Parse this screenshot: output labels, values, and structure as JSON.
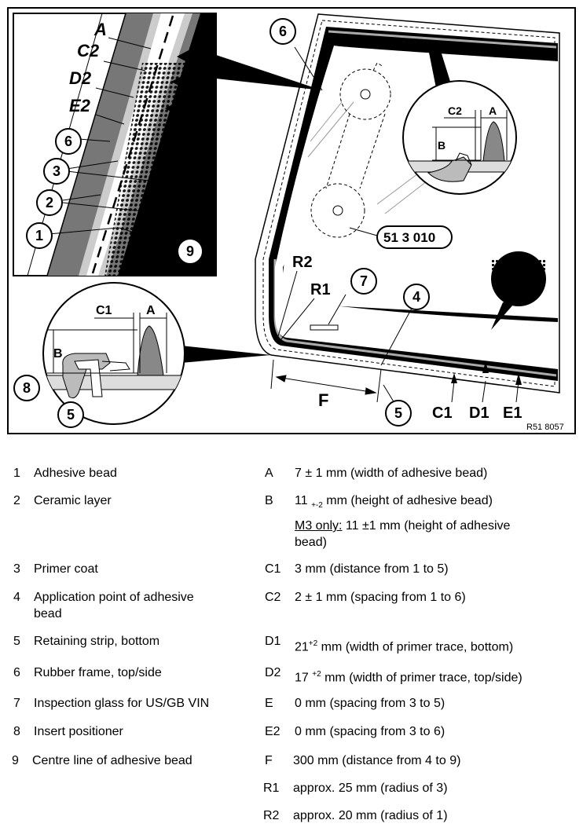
{
  "diagram": {
    "reference": "R51 8057",
    "letter_labels": {
      "A": "A",
      "C2": "C2",
      "D2": "D2",
      "E2": "E2",
      "R1": "R1",
      "R2": "R2",
      "F": "F",
      "C1": "C1",
      "D1": "D1",
      "E1": "E1",
      "B": "B"
    },
    "part_number": "51 3 010",
    "circle_numbers": [
      "1",
      "2",
      "3",
      "4",
      "5",
      "6",
      "7",
      "8",
      "9"
    ]
  },
  "legend_left": [
    {
      "num": "1",
      "text": "Adhesive bead"
    },
    {
      "num": "2",
      "text": "Ceramic layer"
    },
    {
      "num": "3",
      "text": "Primer coat"
    },
    {
      "num": "4",
      "text": "Application point of adhesive",
      "text2": "bead"
    },
    {
      "num": "5",
      "text": "Retaining strip, bottom"
    },
    {
      "num": "6",
      "text": "Rubber frame, top/side"
    },
    {
      "num": "7",
      "text": "Inspection glass for US/GB VIN"
    },
    {
      "num": "8",
      "text": "Insert positioner"
    },
    {
      "num": "9",
      "text": "Centre line of adhesive bead"
    }
  ],
  "legend_right": {
    "A": {
      "key": "A",
      "text": "7 ± 1 mm (width of adhesive bead)"
    },
    "B": {
      "key": "B",
      "pre": "11",
      "sub": "+-2",
      "post": " mm (height of adhesive bead)",
      "m3_label": "M3 only:",
      "m3_text": " 11 ±1 mm (height of adhesive",
      "m3_text2": "bead)"
    },
    "C1": {
      "key": "C1",
      "text": "3 mm (distance from 1 to 5)"
    },
    "C2": {
      "key": "C2",
      "text": "2 ± 1 mm (spacing from 1 to 6)"
    },
    "D1": {
      "key": "D1",
      "pre": "21",
      "sup": "+2",
      "post": " mm (width of primer trace, bottom)"
    },
    "D2": {
      "key": "D2",
      "pre": "17 ",
      "sup": "+2",
      "post": " mm (width of primer trace, top/side)"
    },
    "E": {
      "key": "E",
      "text": "0 mm (spacing from 3 to 5)"
    },
    "E2": {
      "key": "E2",
      "text": "0 mm (spacing from 3 to 6)"
    },
    "F": {
      "key": "F",
      "text": "300 mm (distance from 4 to 9)"
    },
    "R1": {
      "key": "R1",
      "text": "approx. 25 mm (radius of 3)"
    },
    "R2": {
      "key": "R2",
      "text": "approx. 20 mm (radius of 1)"
    }
  }
}
